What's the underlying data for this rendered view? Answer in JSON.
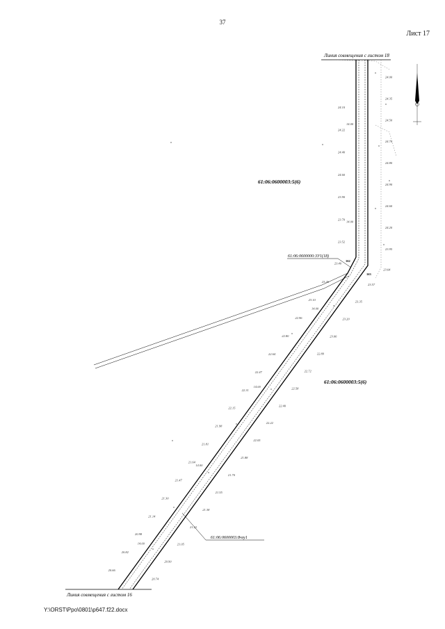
{
  "page": {
    "number": "37",
    "sheet": "Лист 17",
    "footer": "Y:\\ORST\\Ppo\\0801\\p647.f22.docx"
  },
  "labels": {
    "match_top": "Линия совмещения с листом 18",
    "match_bottom": "Линия совмещения с листом 16",
    "parcel_left": "61:06:0600003:5(6)",
    "parcel_right": "61:06:0600003:5(6)",
    "parcel_junction": "61:06:0600000:3У1(18)",
    "parcel_bottom": "61:06:0600003:8чзу1",
    "point_1": "162",
    "point_2": "163"
  },
  "strip_marks": [
    "14.00",
    "14.00",
    "14.00",
    "14.00",
    "14.00",
    "14.00"
  ],
  "right_marks": [
    "24.00",
    "24.35",
    "24.50",
    "24.70",
    "24.80",
    "24.90",
    "24.60",
    "24.20",
    "23.95",
    "23.64",
    "23.57",
    "23.35",
    "23.20",
    "23.06",
    "22.89",
    "22.72",
    "22.58",
    "22.40",
    "22.22",
    "22.05",
    "21.88",
    "21.70",
    "21.55",
    "21.38",
    "21.22",
    "21.05",
    "20.90",
    "20.74"
  ],
  "left_marks": [
    "24.10",
    "24.22",
    "24.40",
    "24.60",
    "23.90",
    "23.70",
    "23.52",
    "23.40",
    "23.26",
    "23.10",
    "22.96",
    "22.80",
    "22.64",
    "22.47",
    "22.31",
    "22.15",
    "21.98",
    "21.81",
    "21.64",
    "21.47",
    "21.30",
    "21.14",
    "20.98",
    "20.82",
    "20.66"
  ],
  "icons": {
    "north_arrow": "north-arrow-icon"
  }
}
